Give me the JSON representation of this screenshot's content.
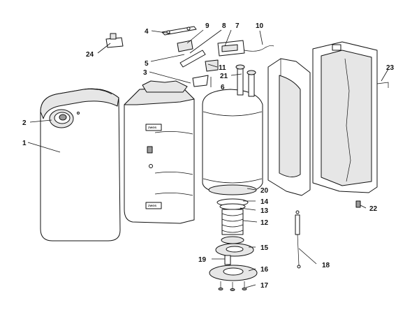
{
  "diagram": {
    "callouts": [
      "1",
      "2",
      "3",
      "4",
      "5",
      "6",
      "7",
      "8",
      "9",
      "10",
      "11",
      "12",
      "13",
      "14",
      "15",
      "16",
      "17",
      "18",
      "19",
      "20",
      "21",
      "22",
      "23",
      "24"
    ],
    "housing_labels": [
      "ZWGS",
      "ZWGS"
    ]
  }
}
